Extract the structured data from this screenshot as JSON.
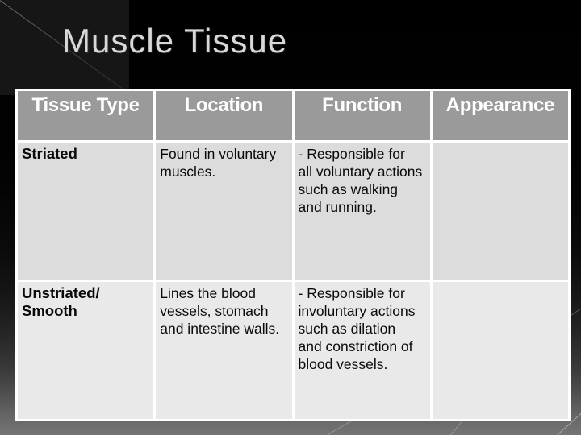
{
  "slide": {
    "title": "Muscle Tissue"
  },
  "colors": {
    "header_bg": "#9a9a9a",
    "row_odd_bg": "#dcdcdc",
    "row_even_bg": "#e9e9e9",
    "table_border": "#ffffff",
    "title_color": "#d8d8d8",
    "background_top": "#000000",
    "background_bottom": "#747474"
  },
  "table": {
    "headers": [
      "Tissue Type",
      "Location",
      "Function",
      "Appearance"
    ],
    "rows": [
      {
        "tissue_type": "Striated",
        "location": "Found in voluntary\nmuscles.",
        "function": "- Responsible for\nall voluntary actions\nsuch as walking\nand running.",
        "appearance": ""
      },
      {
        "tissue_type": "Unstriated/\nSmooth",
        "location": "Lines the blood\nvessels, stomach\nand intestine walls.",
        "function": "- Responsible for\ninvoluntary actions\nsuch as dilation\nand constriction of\nblood vessels.",
        "appearance": ""
      }
    ]
  }
}
